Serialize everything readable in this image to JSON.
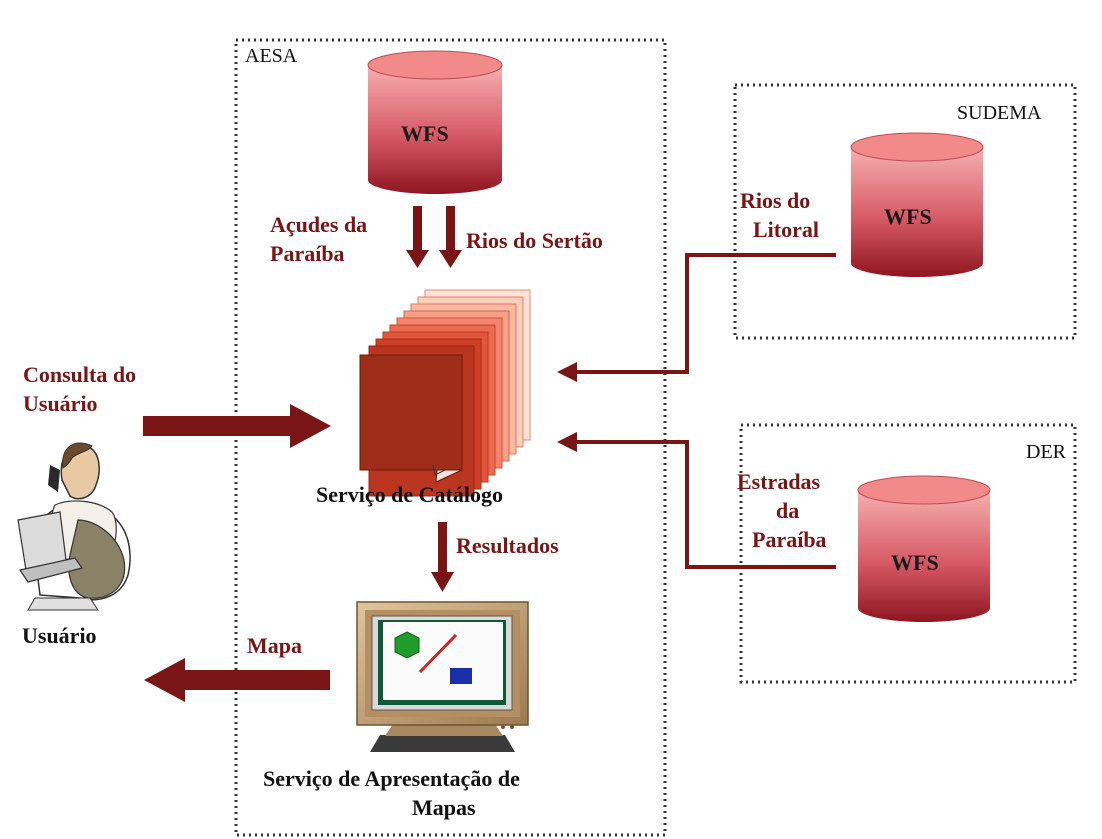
{
  "boxes": {
    "aesa": "AESA",
    "sudema": "SUDEMA",
    "der": "DER"
  },
  "databases": {
    "aesa": "WFS",
    "sudema": "WFS",
    "der": "WFS"
  },
  "labels": {
    "acudes_line1": "Açudes da",
    "acudes_line2": "Paraíba",
    "rios_sertao": "Rios do Sertão",
    "rios_litoral_line1": "Rios do",
    "rios_litoral_line2": "Litoral",
    "estradas_line1": "Estradas",
    "estradas_line2": "da",
    "estradas_line3": "Paraíba",
    "consulta_line1": "Consulta do",
    "consulta_line2": "Usuário",
    "catalogo": "Serviço de Catálogo",
    "resultados": "Resultados",
    "mapa": "Mapa",
    "usuario": "Usuário",
    "apresentacao_line1": "Serviço de Apresentação de",
    "apresentacao_line2": "Mapas"
  },
  "colors": {
    "arrow": "#7a1515",
    "label": "#7a1515",
    "db_top": "#f08585",
    "db_body_top": "#f4a0a0",
    "db_body_bottom": "#9e1a22",
    "catalog_front": "#a0301c",
    "monitor_body": "#c9a57a",
    "screen": "#0e5a36"
  }
}
